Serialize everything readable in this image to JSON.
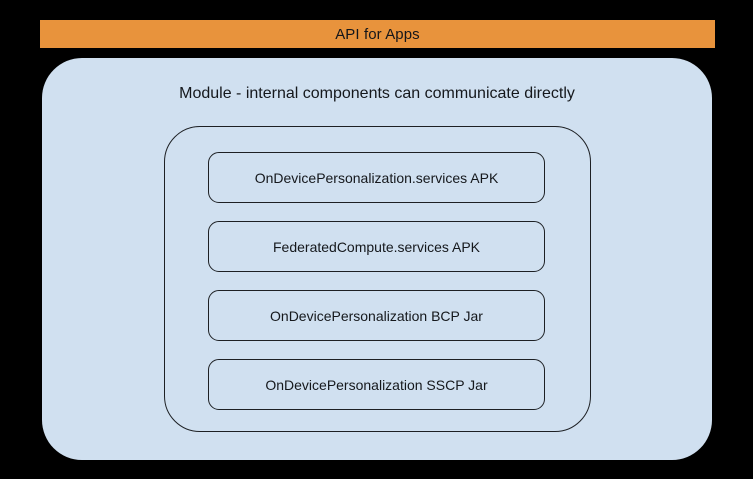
{
  "diagram": {
    "title_banner": {
      "label": "API for Apps",
      "color": "#e8933c"
    },
    "module_panel": {
      "caption": "Module - internal components can communicate directly",
      "color": "#d0e0f0"
    },
    "component_group": {
      "border_color": "#1d2024",
      "components": [
        {
          "label": "OnDevicePersonalization.services APK"
        },
        {
          "label": "FederatedCompute.services APK"
        },
        {
          "label": "OnDevicePersonalization BCP Jar"
        },
        {
          "label": "OnDevicePersonalization SSCP Jar"
        }
      ]
    }
  }
}
